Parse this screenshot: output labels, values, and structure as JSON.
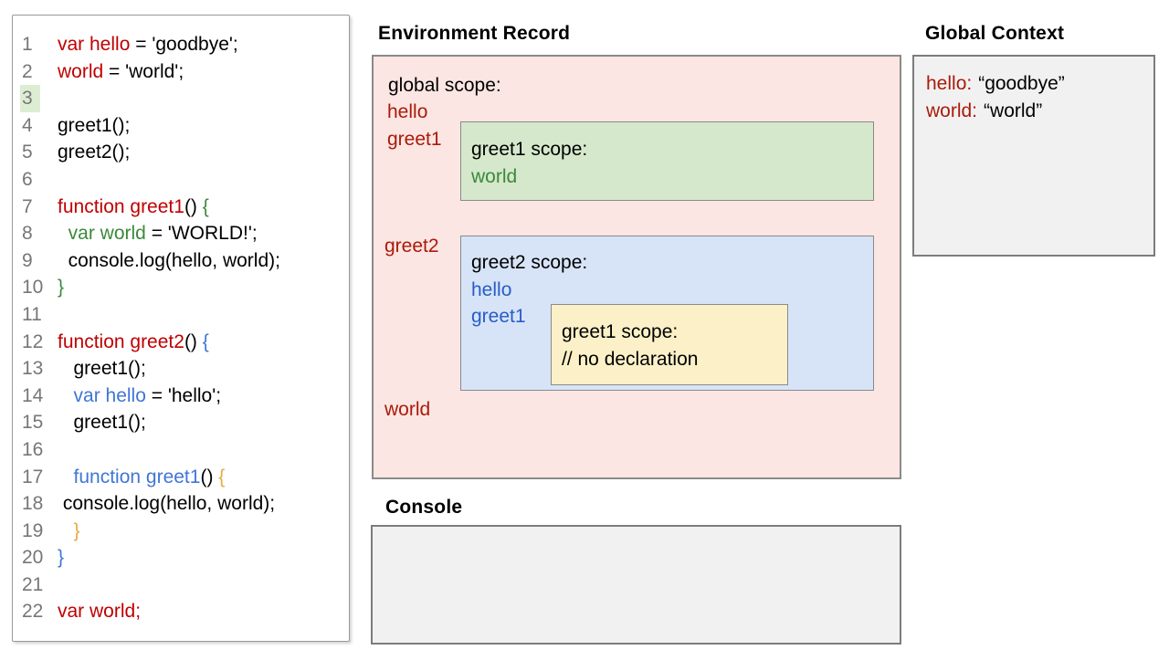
{
  "colors": {
    "code_red": "#c00000",
    "code_green": "#3a8a3a",
    "code_blue": "#3f76d6",
    "code_yellow": "#e8ab3e",
    "label_red": "#aa1a0a",
    "label_green": "#3a8a3a",
    "label_blue": "#2a5cc5",
    "line_number": "#777777",
    "line_highlight": "#ddedd3",
    "pink_bg": "#fbe6e3",
    "green_bg": "#d5e8cc",
    "blue_bg": "#d7e4f8",
    "yellow_bg": "#fbf0c7",
    "gray_bg": "#f1f1f1",
    "box_border": "#8a8a8a"
  },
  "code": {
    "lines": [
      {
        "num": "1",
        "tokens": [
          [
            "red",
            "var hello"
          ],
          [
            "k",
            " = 'goodbye';"
          ]
        ]
      },
      {
        "num": "2",
        "tokens": [
          [
            "red",
            "world"
          ],
          [
            "k",
            " = 'world';"
          ]
        ]
      },
      {
        "num": "3",
        "highlight": true,
        "tokens": []
      },
      {
        "num": "4",
        "tokens": [
          [
            "k",
            "greet1();"
          ]
        ]
      },
      {
        "num": "5",
        "tokens": [
          [
            "k",
            "greet2();"
          ]
        ]
      },
      {
        "num": "6",
        "tokens": []
      },
      {
        "num": "7",
        "tokens": [
          [
            "red",
            "function greet1"
          ],
          [
            "k",
            "() "
          ],
          [
            "green",
            "{"
          ]
        ]
      },
      {
        "num": "8",
        "tokens": [
          [
            "k",
            "  "
          ],
          [
            "green",
            "var world"
          ],
          [
            "k",
            " = 'WORLD!';"
          ]
        ]
      },
      {
        "num": "9",
        "tokens": [
          [
            "k",
            "  console.log(hello, world);"
          ]
        ]
      },
      {
        "num": "10",
        "tokens": [
          [
            "green",
            "}"
          ]
        ]
      },
      {
        "num": "11",
        "tokens": []
      },
      {
        "num": "12",
        "tokens": [
          [
            "red",
            "function greet2"
          ],
          [
            "k",
            "() "
          ],
          [
            "blue",
            "{"
          ]
        ]
      },
      {
        "num": "13",
        "tokens": [
          [
            "k",
            "   greet1();"
          ]
        ]
      },
      {
        "num": "14",
        "tokens": [
          [
            "k",
            "   "
          ],
          [
            "blue",
            "var hello"
          ],
          [
            "k",
            " = 'hello';"
          ]
        ]
      },
      {
        "num": "15",
        "tokens": [
          [
            "k",
            "   greet1();"
          ]
        ]
      },
      {
        "num": "16",
        "tokens": []
      },
      {
        "num": "17",
        "tokens": [
          [
            "k",
            "   "
          ],
          [
            "blue",
            "function greet1"
          ],
          [
            "k",
            "() "
          ],
          [
            "yellow",
            "{"
          ]
        ]
      },
      {
        "num": "18",
        "tokens": [
          [
            "k",
            " console.log(hello, world);"
          ]
        ]
      },
      {
        "num": "19",
        "tokens": [
          [
            "k",
            "   "
          ],
          [
            "yellow",
            "}"
          ]
        ]
      },
      {
        "num": "20",
        "tokens": [
          [
            "blue",
            "}"
          ]
        ]
      },
      {
        "num": "21",
        "tokens": []
      },
      {
        "num": "22",
        "tokens": [
          [
            "red",
            "var world;"
          ]
        ]
      }
    ]
  },
  "environment_record": {
    "title": "Environment Record",
    "global_scope": {
      "heading": "global scope:",
      "vars": [
        {
          "name": "hello"
        },
        {
          "name": "greet1"
        },
        {
          "name": "greet2"
        },
        {
          "name": "world"
        }
      ]
    },
    "greet1_scope": {
      "heading": "greet1 scope:",
      "vars": [
        {
          "name": "world"
        }
      ]
    },
    "greet2_scope": {
      "heading": "greet2 scope:",
      "vars": [
        {
          "name": "hello"
        },
        {
          "name": "greet1"
        }
      ]
    },
    "greet1_inner_scope": {
      "heading": "greet1 scope:",
      "comment": "// no declaration"
    }
  },
  "global_context": {
    "title": "Global Context",
    "entries": [
      {
        "key": "hello:",
        "value": "“goodbye”"
      },
      {
        "key": "world:",
        "value": "“world”"
      }
    ]
  },
  "console_panel": {
    "title": "Console"
  }
}
